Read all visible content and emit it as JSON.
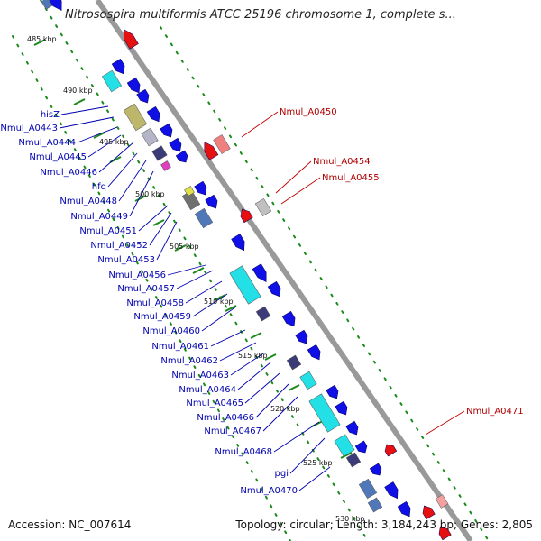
{
  "title": "Nitrosospira multiformis ATCC 25196 chromosome 1, complete s...",
  "footer": {
    "accession": "Accession: NC_007614",
    "summary": "Topology: circular; Length: 3,184,243 bp; Genes: 2,805"
  },
  "scale_labels": [
    "485 kbp",
    "490 kbp",
    "495 kbp",
    "500 kbp",
    "505 kbp",
    "510 kbp",
    "515 kbp",
    "520 kbp",
    "525 kbp",
    "530 kbp"
  ],
  "genes_left": [
    "hisZ",
    "Nmul_A0443",
    "Nmul_A0444",
    "Nmul_A0445",
    "Nmul_A0446",
    "hfq",
    "Nmul_A0448",
    "Nmul_A0449",
    "Nmul_A0451",
    "Nmul_A0452",
    "Nmul_A0453",
    "Nmul_A0456",
    "Nmul_A0457",
    "Nmul_A0458",
    "Nmul_A0459",
    "Nmul_A0460",
    "Nmul_A0461",
    "Nmul_A0462",
    "Nmul_A0463",
    "Nmul_A0464",
    "Nmul_A0465",
    "Nmul_A0466",
    "Nmul_A0467",
    "Nmul_A0468",
    "pgi",
    "Nmul_A0470"
  ],
  "genes_right": [
    "Nmul_A0450",
    "Nmul_A0454",
    "Nmul_A0455",
    "Nmul_A0471"
  ],
  "colors": {
    "forward_gene": "#1010e6",
    "reverse_gene": "#e61010",
    "backbone": "#999999",
    "dotted_line": "#1a8a1a",
    "leader_blue": "#0000b0",
    "leader_red": "#c00000",
    "cyan_block": "#22e0e6",
    "olive_block": "#bdb76b",
    "gray_block": "#b5b5c8",
    "dark_purple_block": "#3b3b78",
    "steel_blue_block": "#5078b8"
  }
}
